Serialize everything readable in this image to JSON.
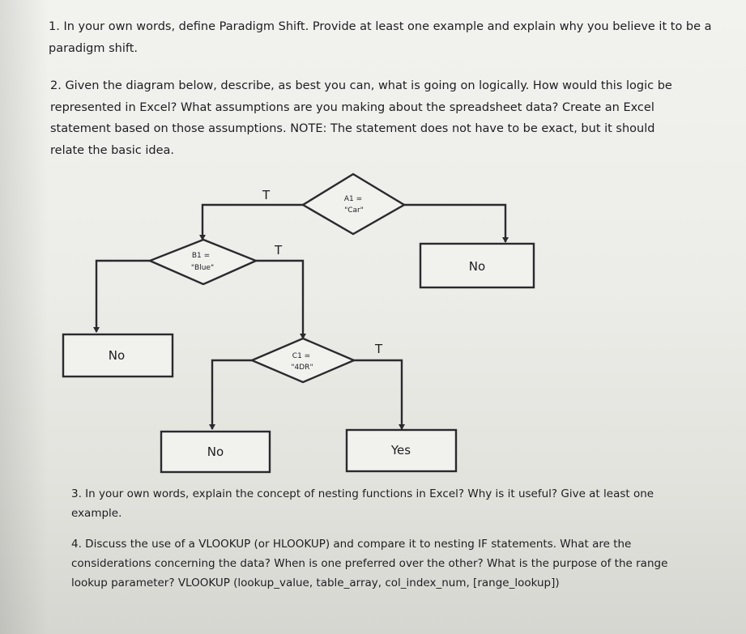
{
  "questions": {
    "q1": "1. In your own words, define Paradigm Shift. Provide at least one example and explain why you believe it to be a paradigm shift.",
    "q2": "2. Given the diagram below, describe, as best you can, what is going on logically. How would this logic be represented in Excel? What assumptions are you making about the spreadsheet data? Create an Excel statement based on those assumptions. NOTE: The statement does not have to be exact, but it should relate the basic idea.",
    "q3": "3. In your own words, explain the concept of nesting functions in Excel? Why is it useful? Give at least one example.",
    "q4": "4. Discuss the use of a VLOOKUP (or HLOOKUP) and compare it to nesting IF statements. What are the considerations concerning the data? When is one preferred over the other? What is the purpose of the range lookup parameter? VLOOKUP (lookup_value, table_array, col_index_num, [range_lookup])"
  },
  "diagram": {
    "decision_a1": {
      "line1": "A1 =",
      "line2": "\"Car\""
    },
    "decision_b1": {
      "line1": "B1 =",
      "line2": "\"Blue\""
    },
    "decision_c1": {
      "line1": "C1 =",
      "line2": "\"4DR\""
    },
    "true_label_a1": "T",
    "true_label_b1": "T",
    "true_label_c1": "T",
    "box_a1_false": "No",
    "box_b1_false": "No",
    "box_c1_false": "No",
    "box_c1_true": "Yes"
  }
}
